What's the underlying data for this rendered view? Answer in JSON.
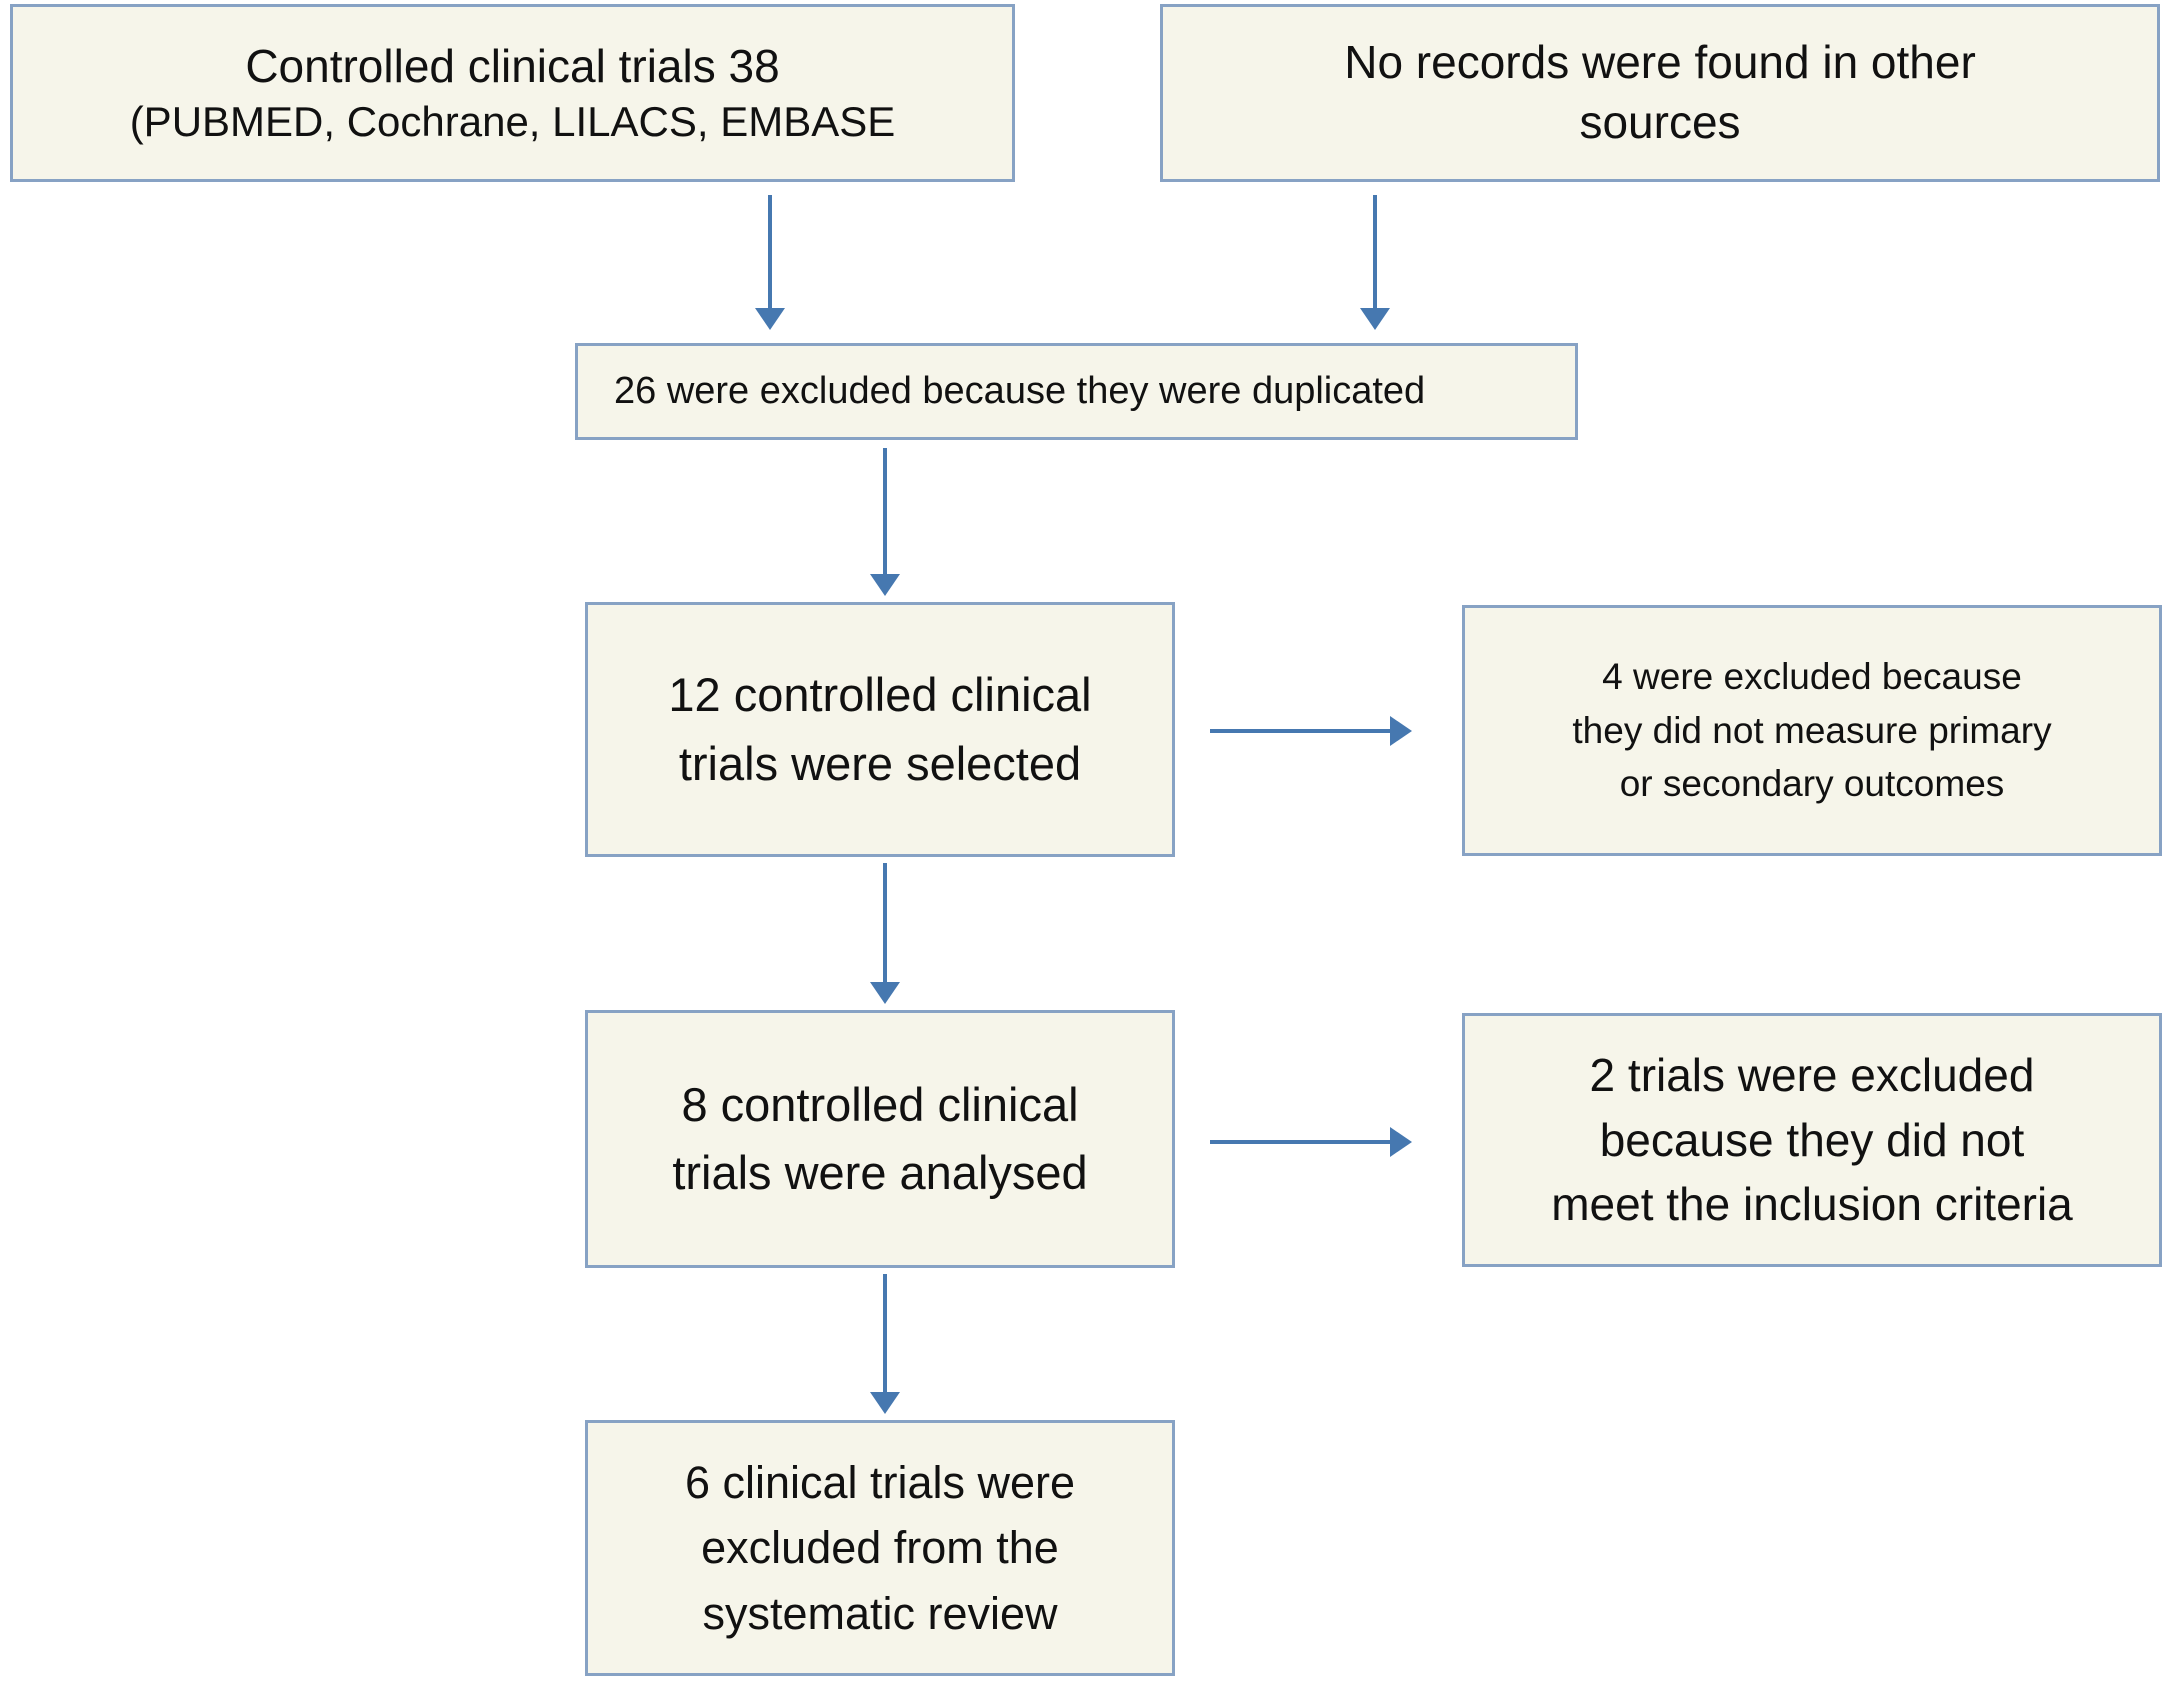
{
  "colors": {
    "background": "#ffffff",
    "box_fill": "#f6f5ea",
    "box_border": "#87a2c4",
    "arrow": "#4678b0",
    "text": "#111111"
  },
  "flowchart": {
    "sources_box": {
      "line1": "Controlled clinical trials 38",
      "line2": "(PUBMED, Cochrane, LILACS, EMBASE"
    },
    "other_sources_box": "No records were found in other\nsources",
    "duplicates_box": "26 were excluded because they were duplicated",
    "selected_box": "12 controlled clinical\ntrials were selected",
    "outcomes_excluded_box": "4 were excluded because\nthey did not measure primary\nor secondary outcomes",
    "analysed_box": "8 controlled clinical\ntrials were analysed",
    "criteria_excluded_box": "2 trials were excluded\nbecause they did not\nmeet the inclusion criteria",
    "review_excluded_box": "6 clinical trials were\nexcluded from the\nsystematic review"
  }
}
